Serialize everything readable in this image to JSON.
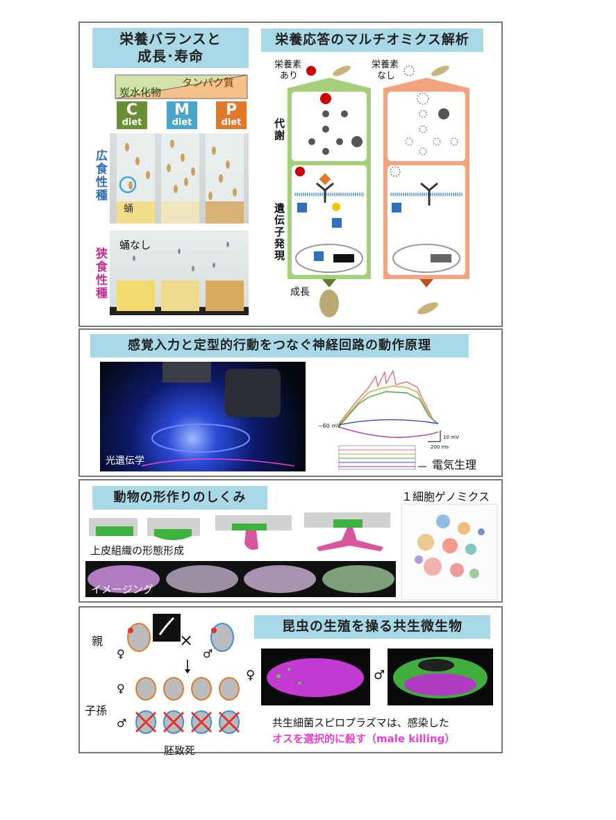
{
  "panel1": {
    "left_title_line1": "栄養バランスと",
    "left_title_line2": "成長･寿命",
    "triangle_carb": "炭水化物",
    "triangle_protein": "タンパク質",
    "diets": [
      {
        "letter": "C",
        "word": "diet",
        "color": "#6a8f34"
      },
      {
        "letter": "M",
        "word": "diet",
        "color": "#4aa6c9"
      },
      {
        "letter": "P",
        "word": "diet",
        "color": "#e07a2a"
      }
    ],
    "generalist_label": "広食性種",
    "pupa_label": "蛹",
    "specialist_label": "狭食性種",
    "no_pupa_label": "蛹なし",
    "right_title": "栄養応答のマルチオミクス解析",
    "nutrient_present_line1": "栄養素",
    "nutrient_present_line2": "あり",
    "nutrient_absent_line1": "栄養素",
    "nutrient_absent_line2": "なし",
    "metabolism_label": "代謝",
    "gene_expression_label": "遺伝子発現",
    "growth_label": "成長",
    "colors": {
      "green_box": "#a6cf7c",
      "orange_box": "#f2a47e",
      "generalist": "#2f6db5",
      "specialist": "#c4308f"
    }
  },
  "panel2": {
    "title": "感覚入力と定型的行動をつなぐ神経回路の動作原理",
    "photo_label": "光遺伝学",
    "trace_label": "電気生理",
    "mv_label": "−60 mV",
    "scale_mv": "10 mV",
    "scale_ms": "200 ms"
  },
  "panel3": {
    "title": "動物の形作りのしくみ",
    "sc_label": "１細胞ゲノミクス",
    "epithelial_label": "上皮組織の形態形成",
    "imaging_label": "イメージング"
  },
  "panel4": {
    "parent_label": "親",
    "female_symbol": "♀",
    "male_symbol": "♂",
    "cross_symbol": "×",
    "offspring_label": "子孫",
    "lethal_label": "胚致死",
    "title": "昆虫の生殖を操る共生微生物",
    "desc_line1": "共生細菌スピロプラズマは、感染した",
    "desc_line2": "オスを選択的に殺す（male killing）",
    "highlight_color": "#e83fd0"
  }
}
